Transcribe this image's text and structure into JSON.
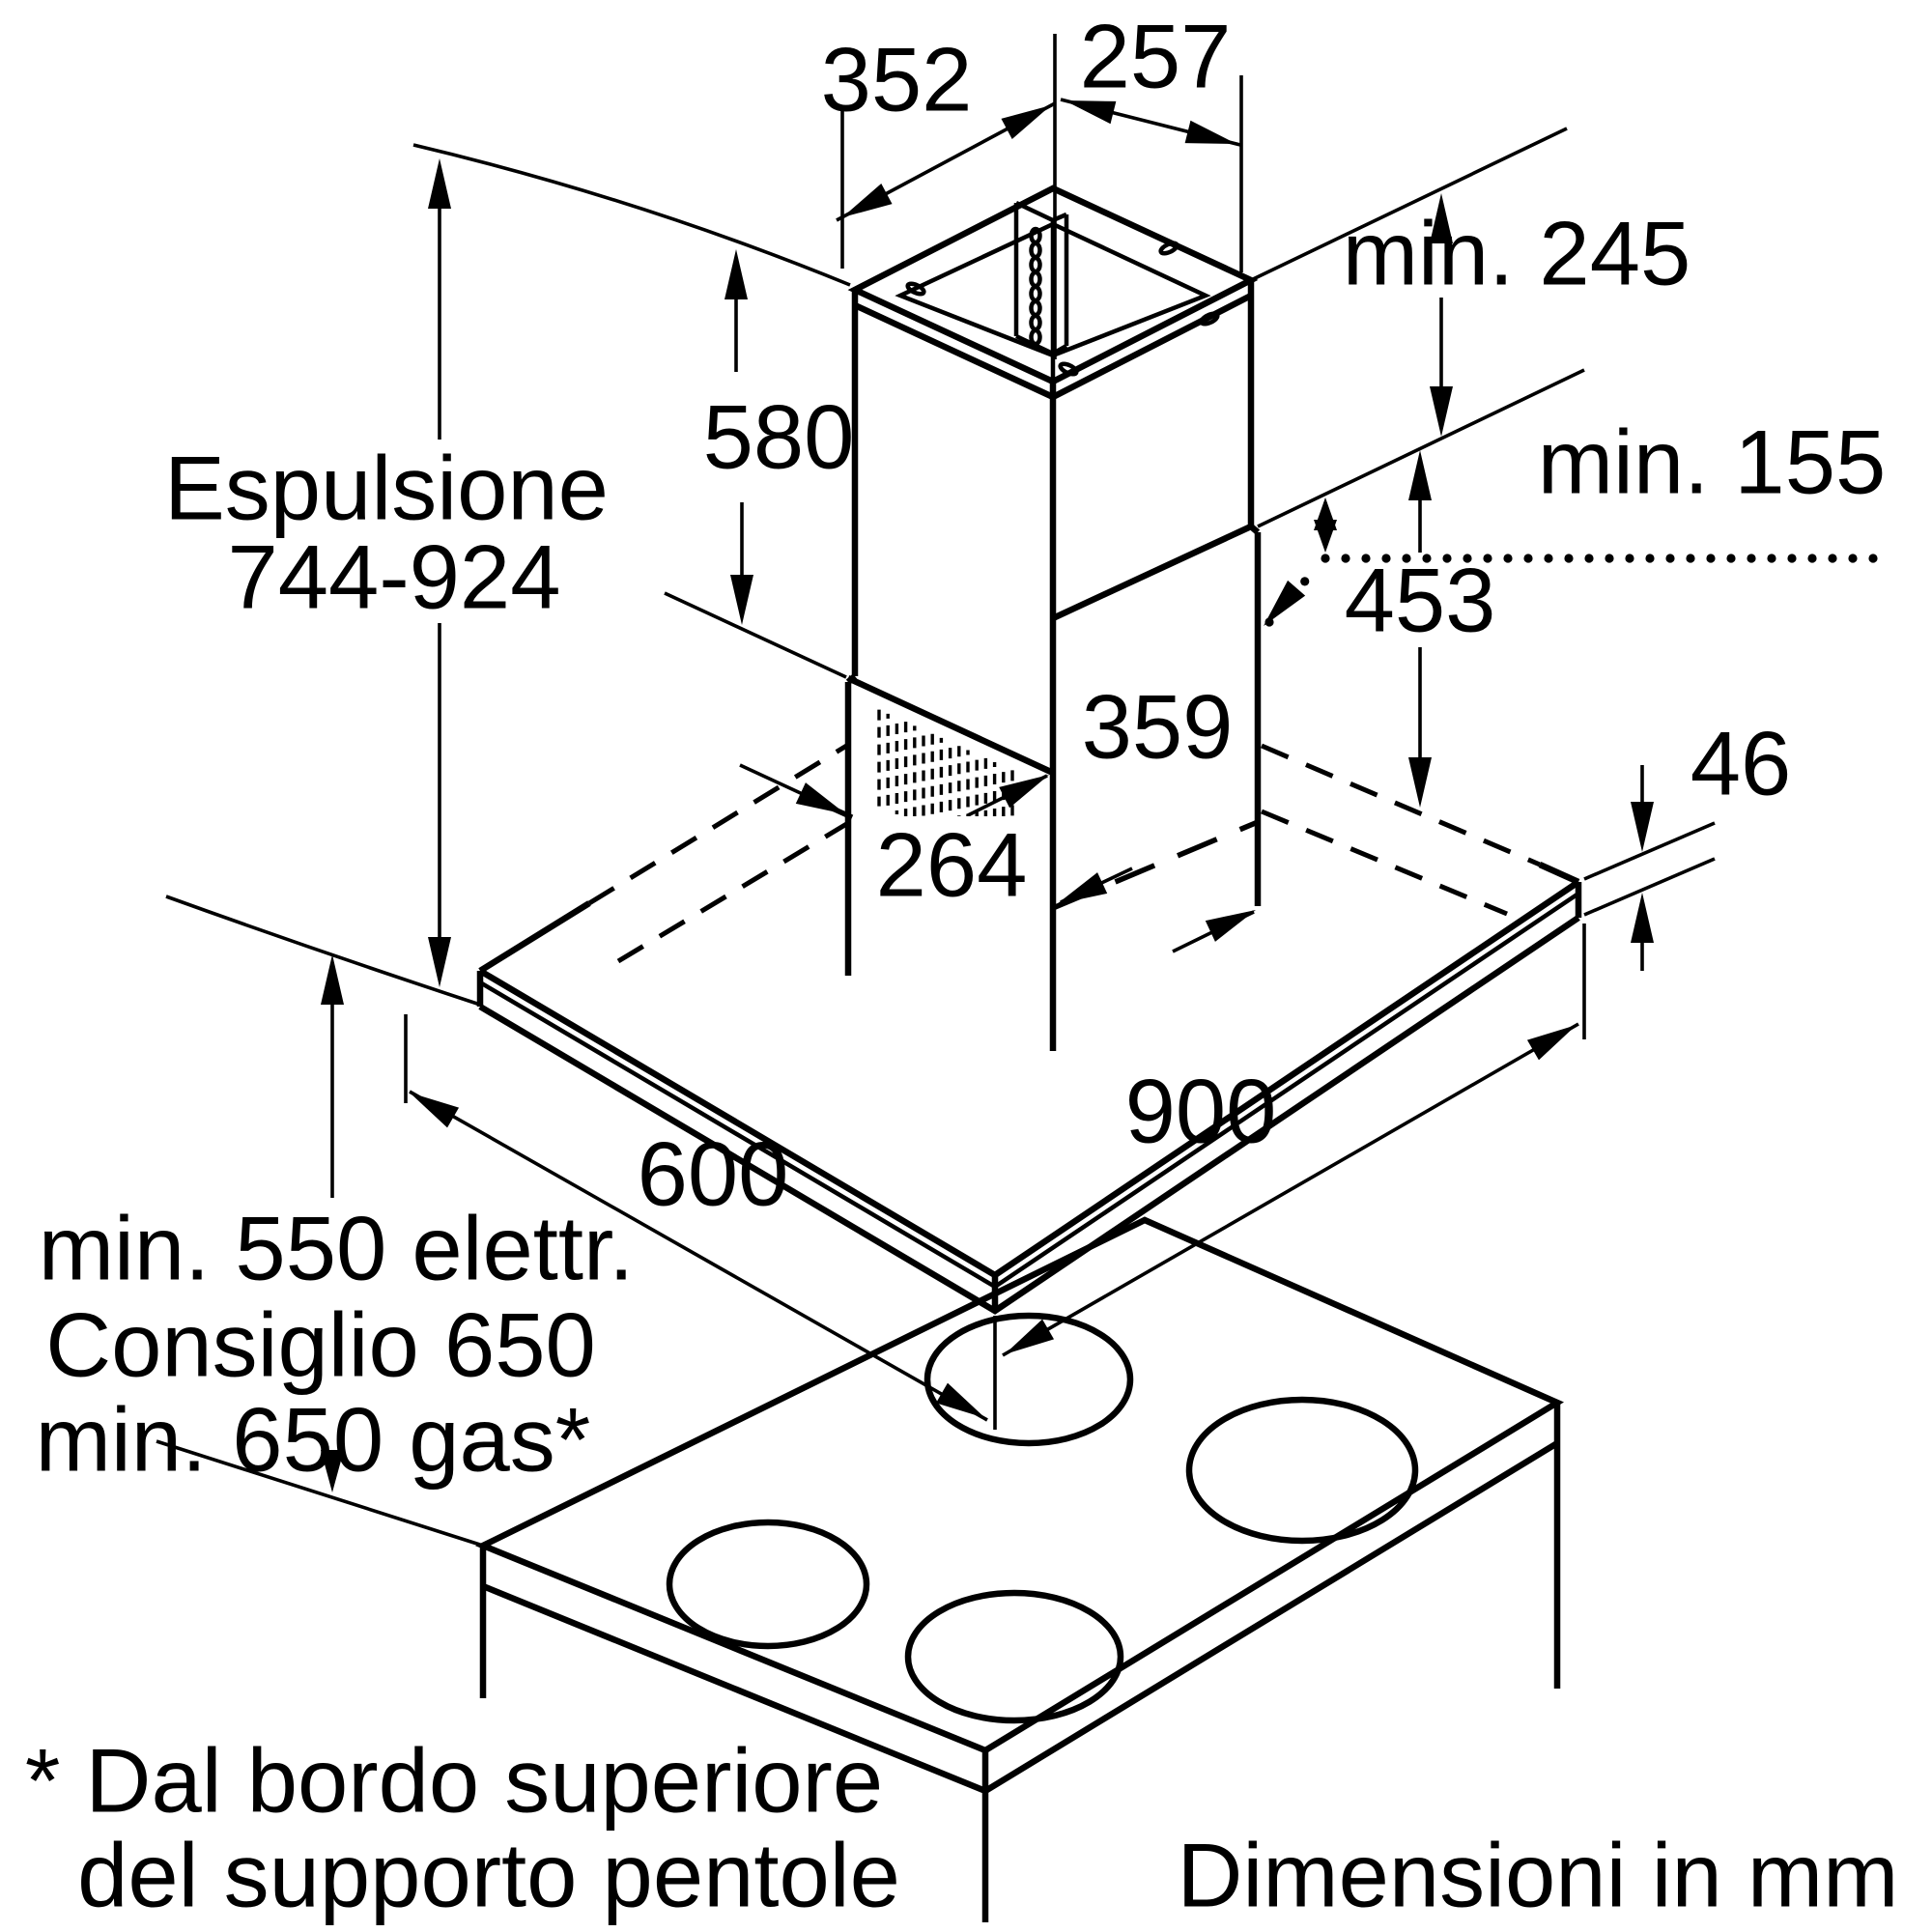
{
  "diagram": {
    "type": "appliance-installation-drawing",
    "subject": "island cooker hood above hob",
    "colors": {
      "line": "#000000",
      "background": "#ffffff"
    },
    "labels": {
      "chimney_top_depth": "352",
      "chimney_top_width": "257",
      "min_top_clearance": "min. 245",
      "min_side_clearance": "min. 155",
      "chimney_height": "580",
      "exhaust_title": "Espulsione",
      "exhaust_range": "744-924",
      "drop_height": "453",
      "body_width": "359",
      "body_depth": "264",
      "canopy_thickness": "46",
      "canopy_depth": "600",
      "canopy_width": "900",
      "clearance_electric": "min. 550 elettr.",
      "clearance_recommended": "Consiglio 650",
      "clearance_gas": "min. 650 gas*",
      "footnote_line1": "* Dal bordo superiore",
      "footnote_line2": "del supporto pentole",
      "units_note": "Dimensioni in mm"
    }
  }
}
